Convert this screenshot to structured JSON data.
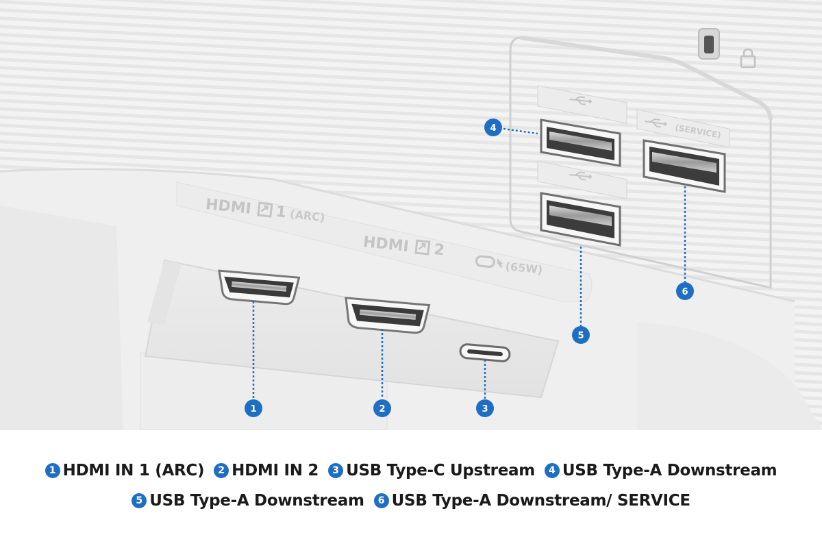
{
  "engravings": {
    "hdmi1": "HDMI",
    "hdmi1_num": "1",
    "hdmi1_arc": "(ARC)",
    "hdmi2": "HDMI",
    "hdmi2_num": "2",
    "usbc_power": "(65W)",
    "service": "(SERVICE)"
  },
  "callouts": [
    {
      "num": "1"
    },
    {
      "num": "2"
    },
    {
      "num": "3"
    },
    {
      "num": "4"
    },
    {
      "num": "5"
    },
    {
      "num": "6"
    }
  ],
  "legend": {
    "row1": [
      {
        "num": "1",
        "label": "HDMI IN 1 (ARC)"
      },
      {
        "num": "2",
        "label": "HDMI IN 2"
      },
      {
        "num": "3",
        "label": "USB Type-C Upstream"
      },
      {
        "num": "4",
        "label": "USB Type-A Downstream"
      }
    ],
    "row2": [
      {
        "num": "5",
        "label": "USB Type-A Downstream"
      },
      {
        "num": "6",
        "label": "USB Type-A Downstream/ SERVICE"
      }
    ]
  },
  "colors": {
    "callout": "#1e6fc4",
    "body": "#f2f2f2",
    "engraving": "#c4c4c4"
  },
  "icons": [
    "hdmi-arrow-icon",
    "usb-trident-icon",
    "usb-c-power-icon",
    "kensington-lock-icon",
    "padlock-icon"
  ]
}
